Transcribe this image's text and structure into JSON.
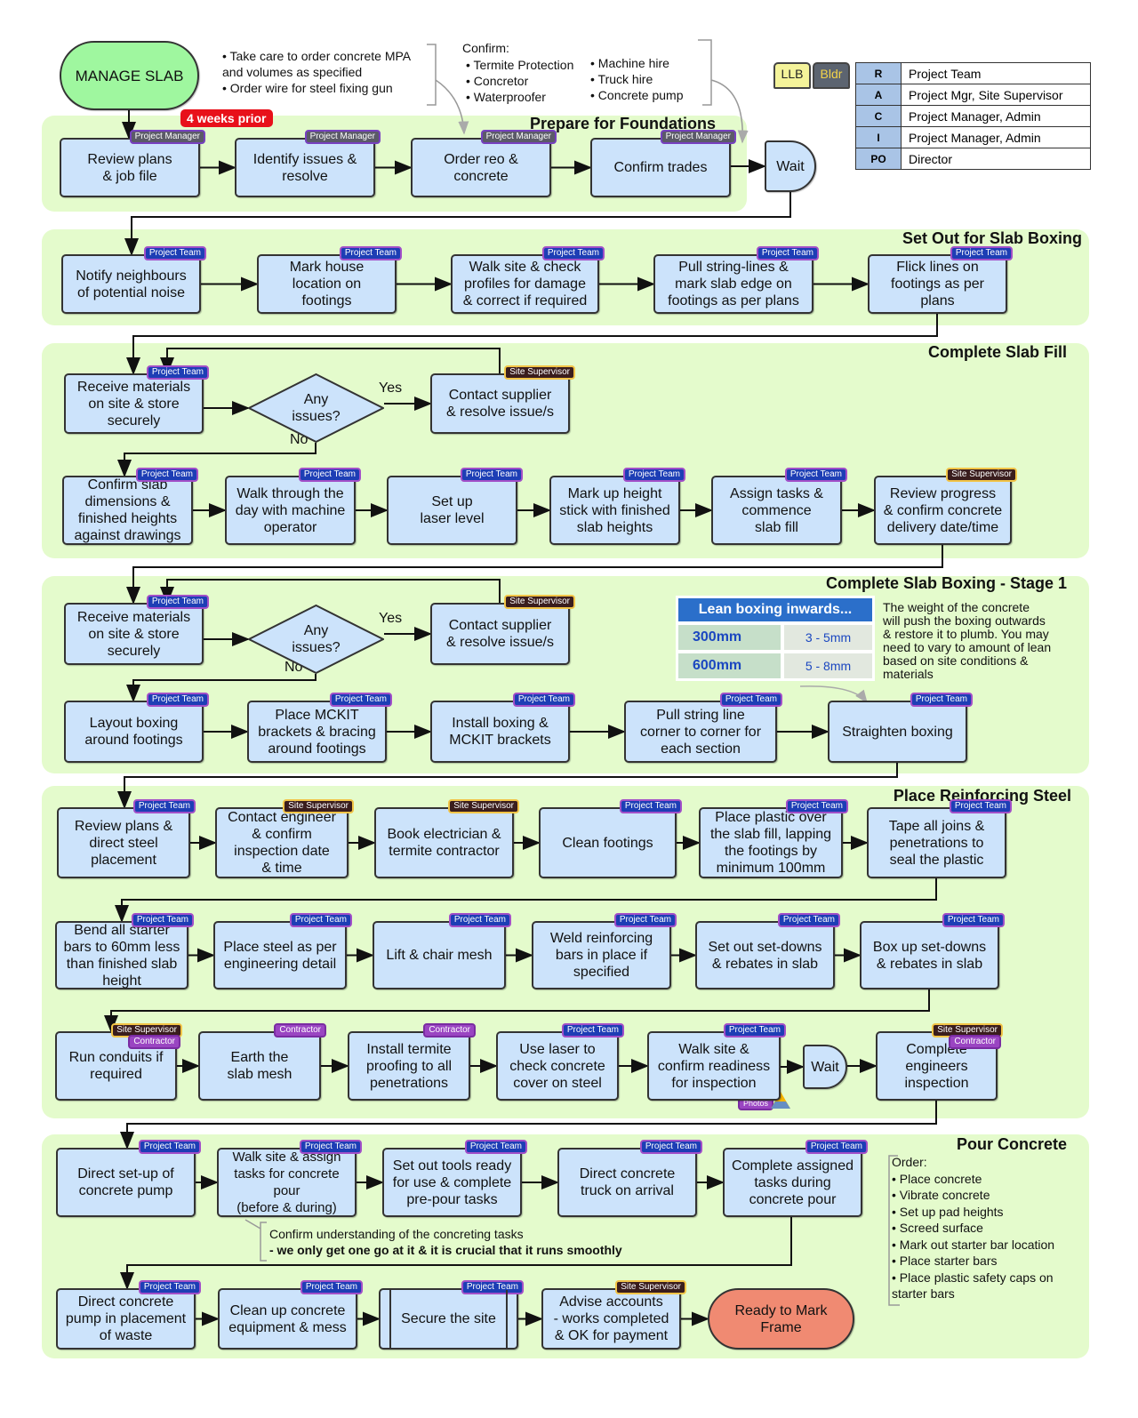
{
  "start": "MANAGE SLAB",
  "warning": "4 weeks prior",
  "top_note": "• Take care to order concrete MPA\n  and volumes as specified\n• Order wire for steel fixing gun",
  "confirm": {
    "title": "Confirm:",
    "col1": "• Termite Protection\n• Concretor\n• Waterproofer",
    "col2": "• Machine hire\n• Truck hire\n• Concrete pump"
  },
  "legend_tags": [
    "LLB",
    "Bldr"
  ],
  "raci": [
    {
      "k": "R",
      "v": "Project Team"
    },
    {
      "k": "A",
      "v": "Project Mgr, Site Supervisor"
    },
    {
      "k": "C",
      "v": "Project Manager, Admin"
    },
    {
      "k": "I",
      "v": "Project Manager, Admin"
    },
    {
      "k": "PO",
      "v": "Director"
    }
  ],
  "sections": [
    "Prepare for Foundations",
    "Set Out for Slab Boxing",
    "Complete Slab Fill",
    "Complete Slab Boxing - Stage 1",
    "Place Reinforcing Steel",
    "Pour Concrete"
  ],
  "labels": {
    "yes": "Yes",
    "no": "No",
    "photos": "Photos"
  },
  "lean": {
    "title": "Lean boxing inwards...",
    "rows": [
      {
        "h": "300mm",
        "v": "3 - 5mm"
      },
      {
        "h": "600mm",
        "v": "5 - 8mm"
      }
    ]
  },
  "lean_note": "The weight of the concrete\nwill push the boxing outwards\n& restore it to plumb. You may\nneed to vary to amount of lean\nbased on site conditions &\nmaterials",
  "pour_note": {
    "line1": "Confirm understanding of the concreting tasks",
    "line2": "- we only get one go at it & it is crucial that it runs smoothly"
  },
  "order_note": "Order:\n• Place concrete\n• Vibrate concrete\n• Set up pad heights\n• Screed surface\n• Mark out starter bar location\n• Place starter bars\n• Place plastic safety caps on\n   starter bars",
  "nodes": [
    {
      "text": "Review plans\n& job file",
      "roles": [
        "Project Manager"
      ]
    },
    {
      "text": "Identify issues &\nresolve",
      "roles": [
        "Project Manager"
      ]
    },
    {
      "text": "Order reo &\nconcrete",
      "roles": [
        "Project Manager"
      ]
    },
    {
      "text": "Confirm trades",
      "roles": [
        "Project Manager"
      ]
    },
    {
      "text": "Wait",
      "roles": []
    },
    {
      "text": "Notify neighbours\nof potential noise",
      "roles": [
        "Project Team"
      ]
    },
    {
      "text": "Mark house\nlocation on\nfootings",
      "roles": [
        "Project Team"
      ]
    },
    {
      "text": "Walk site & check\nprofiles for damage\n& correct if required",
      "roles": [
        "Project Team"
      ]
    },
    {
      "text": "Pull string-lines &\nmark slab edge on\nfootings as per plans",
      "roles": [
        "Project Team"
      ]
    },
    {
      "text": "Flick lines on\nfootings as per\nplans",
      "roles": [
        "Project Team"
      ]
    },
    {
      "text": "Receive materials\non site & store\nsecurely",
      "roles": [
        "Project Team"
      ]
    },
    {
      "text": "Any\nissues?",
      "roles": []
    },
    {
      "text": "Contact supplier\n& resolve issue/s",
      "roles": [
        "Site Supervisor"
      ]
    },
    {
      "text": "Confirm slab\ndimensions &\nfinished heights\nagainst drawings",
      "roles": [
        "Project Team"
      ]
    },
    {
      "text": "Walk through the\nday with machine\noperator",
      "roles": [
        "Project Team"
      ]
    },
    {
      "text": "Set up\nlaser level",
      "roles": [
        "Project Team"
      ]
    },
    {
      "text": "Mark up height\nstick with finished\nslab heights",
      "roles": [
        "Project Team"
      ]
    },
    {
      "text": "Assign tasks &\ncommence\nslab fill",
      "roles": [
        "Project Team"
      ]
    },
    {
      "text": "Review progress\n& confirm concrete\ndelivery date/time",
      "roles": [
        "Site Supervisor"
      ]
    },
    {
      "text": "Receive materials\non site & store\nsecurely",
      "roles": [
        "Project Team"
      ]
    },
    {
      "text": "Any\nissues?",
      "roles": []
    },
    {
      "text": "Contact supplier\n& resolve issue/s",
      "roles": [
        "Site Supervisor"
      ]
    },
    {
      "text": "Layout boxing\naround footings",
      "roles": [
        "Project Team"
      ]
    },
    {
      "text": "Place MCKIT\nbrackets & bracing\naround footings",
      "roles": [
        "Project Team"
      ]
    },
    {
      "text": "Install boxing &\nMCKIT brackets",
      "roles": [
        "Project Team"
      ]
    },
    {
      "text": "Pull string line\ncorner to corner for\neach section",
      "roles": [
        "Project Team"
      ]
    },
    {
      "text": "Straighten boxing",
      "roles": [
        "Project Team"
      ]
    },
    {
      "text": "Review plans &\ndirect steel\nplacement",
      "roles": [
        "Project Team"
      ]
    },
    {
      "text": "Contact engineer\n& confirm\ninspection date\n& time",
      "roles": [
        "Site Supervisor"
      ]
    },
    {
      "text": "Book electrician &\ntermite contractor",
      "roles": [
        "Site Supervisor"
      ]
    },
    {
      "text": "Clean footings",
      "roles": [
        "Project Team"
      ]
    },
    {
      "text": "Place plastic over\nthe slab fill, lapping\nthe footings by\nminimum 100mm",
      "roles": [
        "Project Team"
      ]
    },
    {
      "text": "Tape all joins &\npenetrations to\nseal the plastic",
      "roles": [
        "Project Team"
      ]
    },
    {
      "text": "Bend all starter\nbars to 60mm less\nthan finished slab\nheight",
      "roles": [
        "Project Team"
      ]
    },
    {
      "text": "Place steel as per\nengineering detail",
      "roles": [
        "Project Team"
      ]
    },
    {
      "text": "Lift & chair mesh",
      "roles": [
        "Project Team"
      ]
    },
    {
      "text": "Weld reinforcing\nbars in place if\nspecified",
      "roles": [
        "Project Team"
      ]
    },
    {
      "text": "Set out set-downs\n& rebates in slab",
      "roles": [
        "Project Team"
      ]
    },
    {
      "text": "Box up set-downs\n& rebates in slab",
      "roles": [
        "Project Team"
      ]
    },
    {
      "text": "Run conduits if\nrequired",
      "roles": [
        "Site Supervisor",
        "Contractor"
      ]
    },
    {
      "text": "Earth the\nslab mesh",
      "roles": [
        "Contractor"
      ]
    },
    {
      "text": "Install termite\nproofing to all\npenetrations",
      "roles": [
        "Contractor"
      ]
    },
    {
      "text": "Use laser to\ncheck concrete\ncover on steel",
      "roles": [
        "Project Team"
      ]
    },
    {
      "text": "Walk site &\nconfirm readiness\nfor inspection",
      "roles": [
        "Project Team"
      ]
    },
    {
      "text": "Wait",
      "roles": []
    },
    {
      "text": "Complete\nengineers\ninspection",
      "roles": [
        "Site Supervisor",
        "Contractor"
      ]
    },
    {
      "text": "Direct set-up of\nconcrete pump",
      "roles": [
        "Project Team"
      ]
    },
    {
      "text": "Walk site & assign\ntasks for concrete\npour\n(before & during)",
      "roles": [
        "Project Team"
      ]
    },
    {
      "text": "Set out tools ready\nfor use & complete\npre-pour tasks",
      "roles": [
        "Project Team"
      ]
    },
    {
      "text": "Direct concrete\ntruck on arrival",
      "roles": [
        "Project Team"
      ]
    },
    {
      "text": "Complete assigned\ntasks during\nconcrete pour",
      "roles": [
        "Project Team"
      ]
    },
    {
      "text": "Direct concrete\npump in placement\nof waste",
      "roles": [
        "Project Team"
      ]
    },
    {
      "text": "Clean up concrete\nequipment & mess",
      "roles": [
        "Project Team"
      ]
    },
    {
      "text": "Secure the site",
      "roles": [
        "Project Team"
      ]
    },
    {
      "text": "Advise accounts\n- works completed\n& OK for payment",
      "roles": [
        "Site Supervisor"
      ]
    },
    {
      "text": "Ready to Mark\nFrame",
      "roles": []
    }
  ]
}
